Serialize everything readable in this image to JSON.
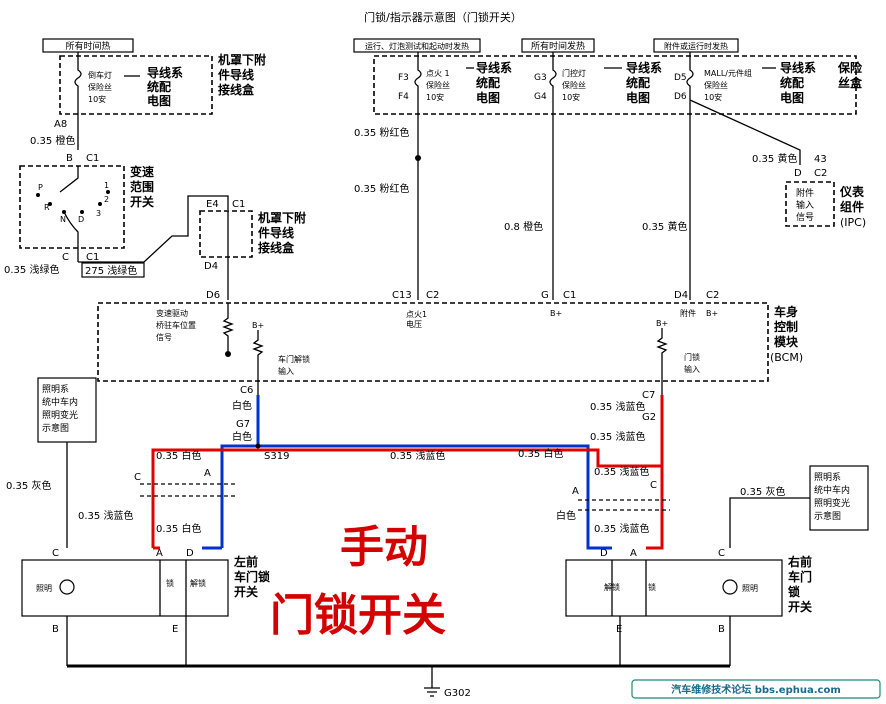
{
  "title": "门锁/指示器示意图（门锁开关）",
  "overlay_title": {
    "line1": "手动",
    "line2": "门锁开关"
  },
  "watermark": "汽车维修技术论坛 bbs.ephua.com",
  "fuse_boxes": {
    "left": {
      "header": "所有时间热",
      "fuse": [
        "倒车灯",
        "保险丝",
        "10安"
      ],
      "label": [
        "导线系",
        "统配",
        "电图"
      ],
      "location": [
        "机罩下附",
        "件导线",
        "接线盒"
      ]
    },
    "right": {
      "header_1": "运行、灯泡测试和起动时发热",
      "header_2": "所有时间发热",
      "header_3": "附件或运行时发热",
      "fuse_1": [
        "点火 1",
        "保险丝",
        "10安"
      ],
      "pins_1": [
        "F3",
        "F4"
      ],
      "label_1": [
        "导线系",
        "统配",
        "电图"
      ],
      "fuse_2": [
        "门控灯",
        "保险丝",
        "10安"
      ],
      "pins_2": [
        "G3",
        "G4"
      ],
      "label_2": [
        "导线系",
        "统配",
        "电图"
      ],
      "fuse_3": [
        "MALL/元件组",
        "保险丝",
        "10安"
      ],
      "pins_3": [
        "D5",
        "D6"
      ],
      "label_3": [
        "导线系",
        "统配",
        "电图"
      ],
      "location": [
        "保险",
        "丝盒"
      ]
    }
  },
  "range_switch": {
    "label": [
      "变速",
      "范围",
      "开关"
    ],
    "positions": [
      "P",
      "R",
      "N",
      "D",
      "1",
      "2",
      "3"
    ],
    "pin_top": [
      "B",
      "C1"
    ],
    "pin_bottom": [
      "C",
      "C1"
    ]
  },
  "underhood_box": {
    "pins_top": [
      "E4",
      "C1"
    ],
    "pins_bottom": [
      "D4"
    ],
    "label": [
      "机罩下附",
      "件导线",
      "接线盒"
    ]
  },
  "ipc": {
    "pins": [
      "43",
      "D",
      "C2"
    ],
    "label": [
      "附件",
      "输入",
      "信号"
    ],
    "name": [
      "仪表",
      "组件",
      "(IPC)"
    ]
  },
  "bcm": {
    "label": [
      "车身",
      "控制",
      "模块",
      "(BCM)"
    ],
    "park_signal": [
      "变速驱动",
      "桥驻车位置",
      "信号"
    ],
    "unlock_input": [
      "车门解锁",
      "输入"
    ],
    "lock_input": [
      "门锁",
      "输入"
    ],
    "ign_label": [
      "点火1",
      "电压"
    ],
    "acc_label": "附件",
    "bplus": "B+",
    "connectors": {
      "d6": "D6",
      "c13": "C13",
      "c2": "C2",
      "g": "G",
      "c1": "C1",
      "d4": "D4",
      "c6": "C6",
      "c7": "C7"
    }
  },
  "wires": {
    "a8": "A8",
    "orange_035": "0.35 橙色",
    "pink1": "0.35 粉红色",
    "pink2": "0.35 粉红色",
    "orange_08": "0.8 橙色",
    "yellow_035": "0.35 黄色",
    "yellow_ipc": "0.35 黄色",
    "lightgreen": "0.35 浅绿色",
    "w275": "275 浅绿色",
    "white_c6": "白色",
    "white_g7": "白色",
    "g7": "G7",
    "s319": "S319",
    "lb_mid": "0.35 浅蓝色",
    "white_left": "0.35 白色",
    "white_right": "0.35 白色",
    "lb_c7": "0.35 浅蓝色",
    "g2": "G2",
    "lb_r1": "0.35 浅蓝色",
    "lb_r2": "0.35 浅蓝色",
    "lb_r3": "0.35 浅蓝色",
    "lb_left": "0.35 浅蓝色",
    "white_left2": "0.35 白色",
    "white_right2": "白色",
    "gray_left": "0.35 灰色",
    "gray_right": "0.35 灰色"
  },
  "lighting_box": [
    "照明系",
    "统中车内",
    "照明变光",
    "示意图"
  ],
  "left_switch": {
    "name": [
      "左前",
      "车门锁",
      "开关"
    ],
    "lamp": "照明",
    "lock": "锁",
    "unlock": "解锁",
    "pins_top": [
      "C",
      "A",
      "D"
    ],
    "pins_bottom": [
      "B",
      "E"
    ]
  },
  "right_switch": {
    "name": [
      "右前",
      "车门",
      "锁",
      "开关"
    ],
    "lamp": "照明",
    "lock": "锁",
    "unlock": "解锁",
    "pins_top": [
      "D",
      "A",
      "C"
    ],
    "pins_bottom": [
      "E",
      "B"
    ]
  },
  "inline_connectors": {
    "left_c": "C",
    "left_a": "A",
    "right_a": "A",
    "right_c": "C"
  },
  "ground": "G302"
}
